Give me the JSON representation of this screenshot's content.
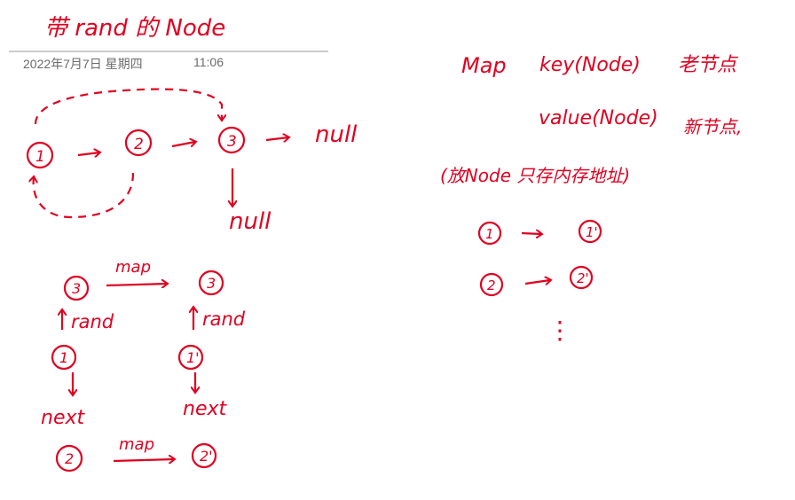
{
  "page": {
    "title": "带 rand 的 Node",
    "date": "2022年7月7日 星期四",
    "time": "11:06"
  },
  "colors": {
    "ink": "#e00020",
    "meta": "#6b6b6b",
    "rule": "#9a9a9a"
  },
  "list_diagram": {
    "nodes": [
      "1",
      "2",
      "3"
    ],
    "null_right": "null",
    "null_down": "null"
  },
  "copy_diagram": {
    "left": {
      "top": "3",
      "mid": "1",
      "bottom": "2"
    },
    "right": {
      "top": "3",
      "mid": "1'",
      "bottom": "2'"
    },
    "rand_label": "rand",
    "next_label": "next",
    "map_label": "map"
  },
  "map_notes": {
    "map": "Map",
    "key": "key(Node)",
    "key_note": "老节点",
    "value": "value(Node)",
    "value_note": "新节点,",
    "paren_note": "(放Node 只存内存地址)",
    "pairs": [
      {
        "from": "1",
        "to": "1'"
      },
      {
        "from": "2",
        "to": "2'"
      }
    ],
    "ellipsis": "⋮"
  }
}
